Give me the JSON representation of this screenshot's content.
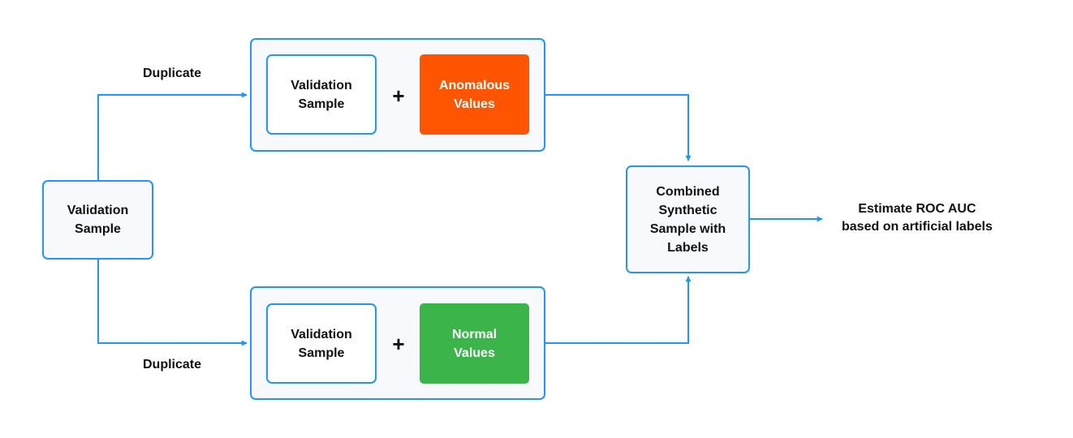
{
  "nodes": {
    "source": {
      "line1": "Validation",
      "line2": "Sample"
    },
    "top_group": {
      "sample": {
        "line1": "Validation",
        "line2": "Sample"
      },
      "plus": "+",
      "values": {
        "line1": "Anomalous",
        "line2": "Values"
      }
    },
    "bottom_group": {
      "sample": {
        "line1": "Validation",
        "line2": "Sample"
      },
      "plus": "+",
      "values": {
        "line1": "Normal",
        "line2": "Values"
      }
    },
    "combined": {
      "line1": "Combined",
      "line2": "Synthetic",
      "line3": "Sample with",
      "line4": "Labels"
    }
  },
  "edges": {
    "top_label": "Duplicate",
    "bottom_label": "Duplicate"
  },
  "result": {
    "line1": "Estimate ROC AUC",
    "line2": "based on artificial labels"
  },
  "colors": {
    "arrow": "#2196f3",
    "anomalous": "#ff5500",
    "normal": "#3bb44a",
    "group_background": "#f7f9fc"
  }
}
